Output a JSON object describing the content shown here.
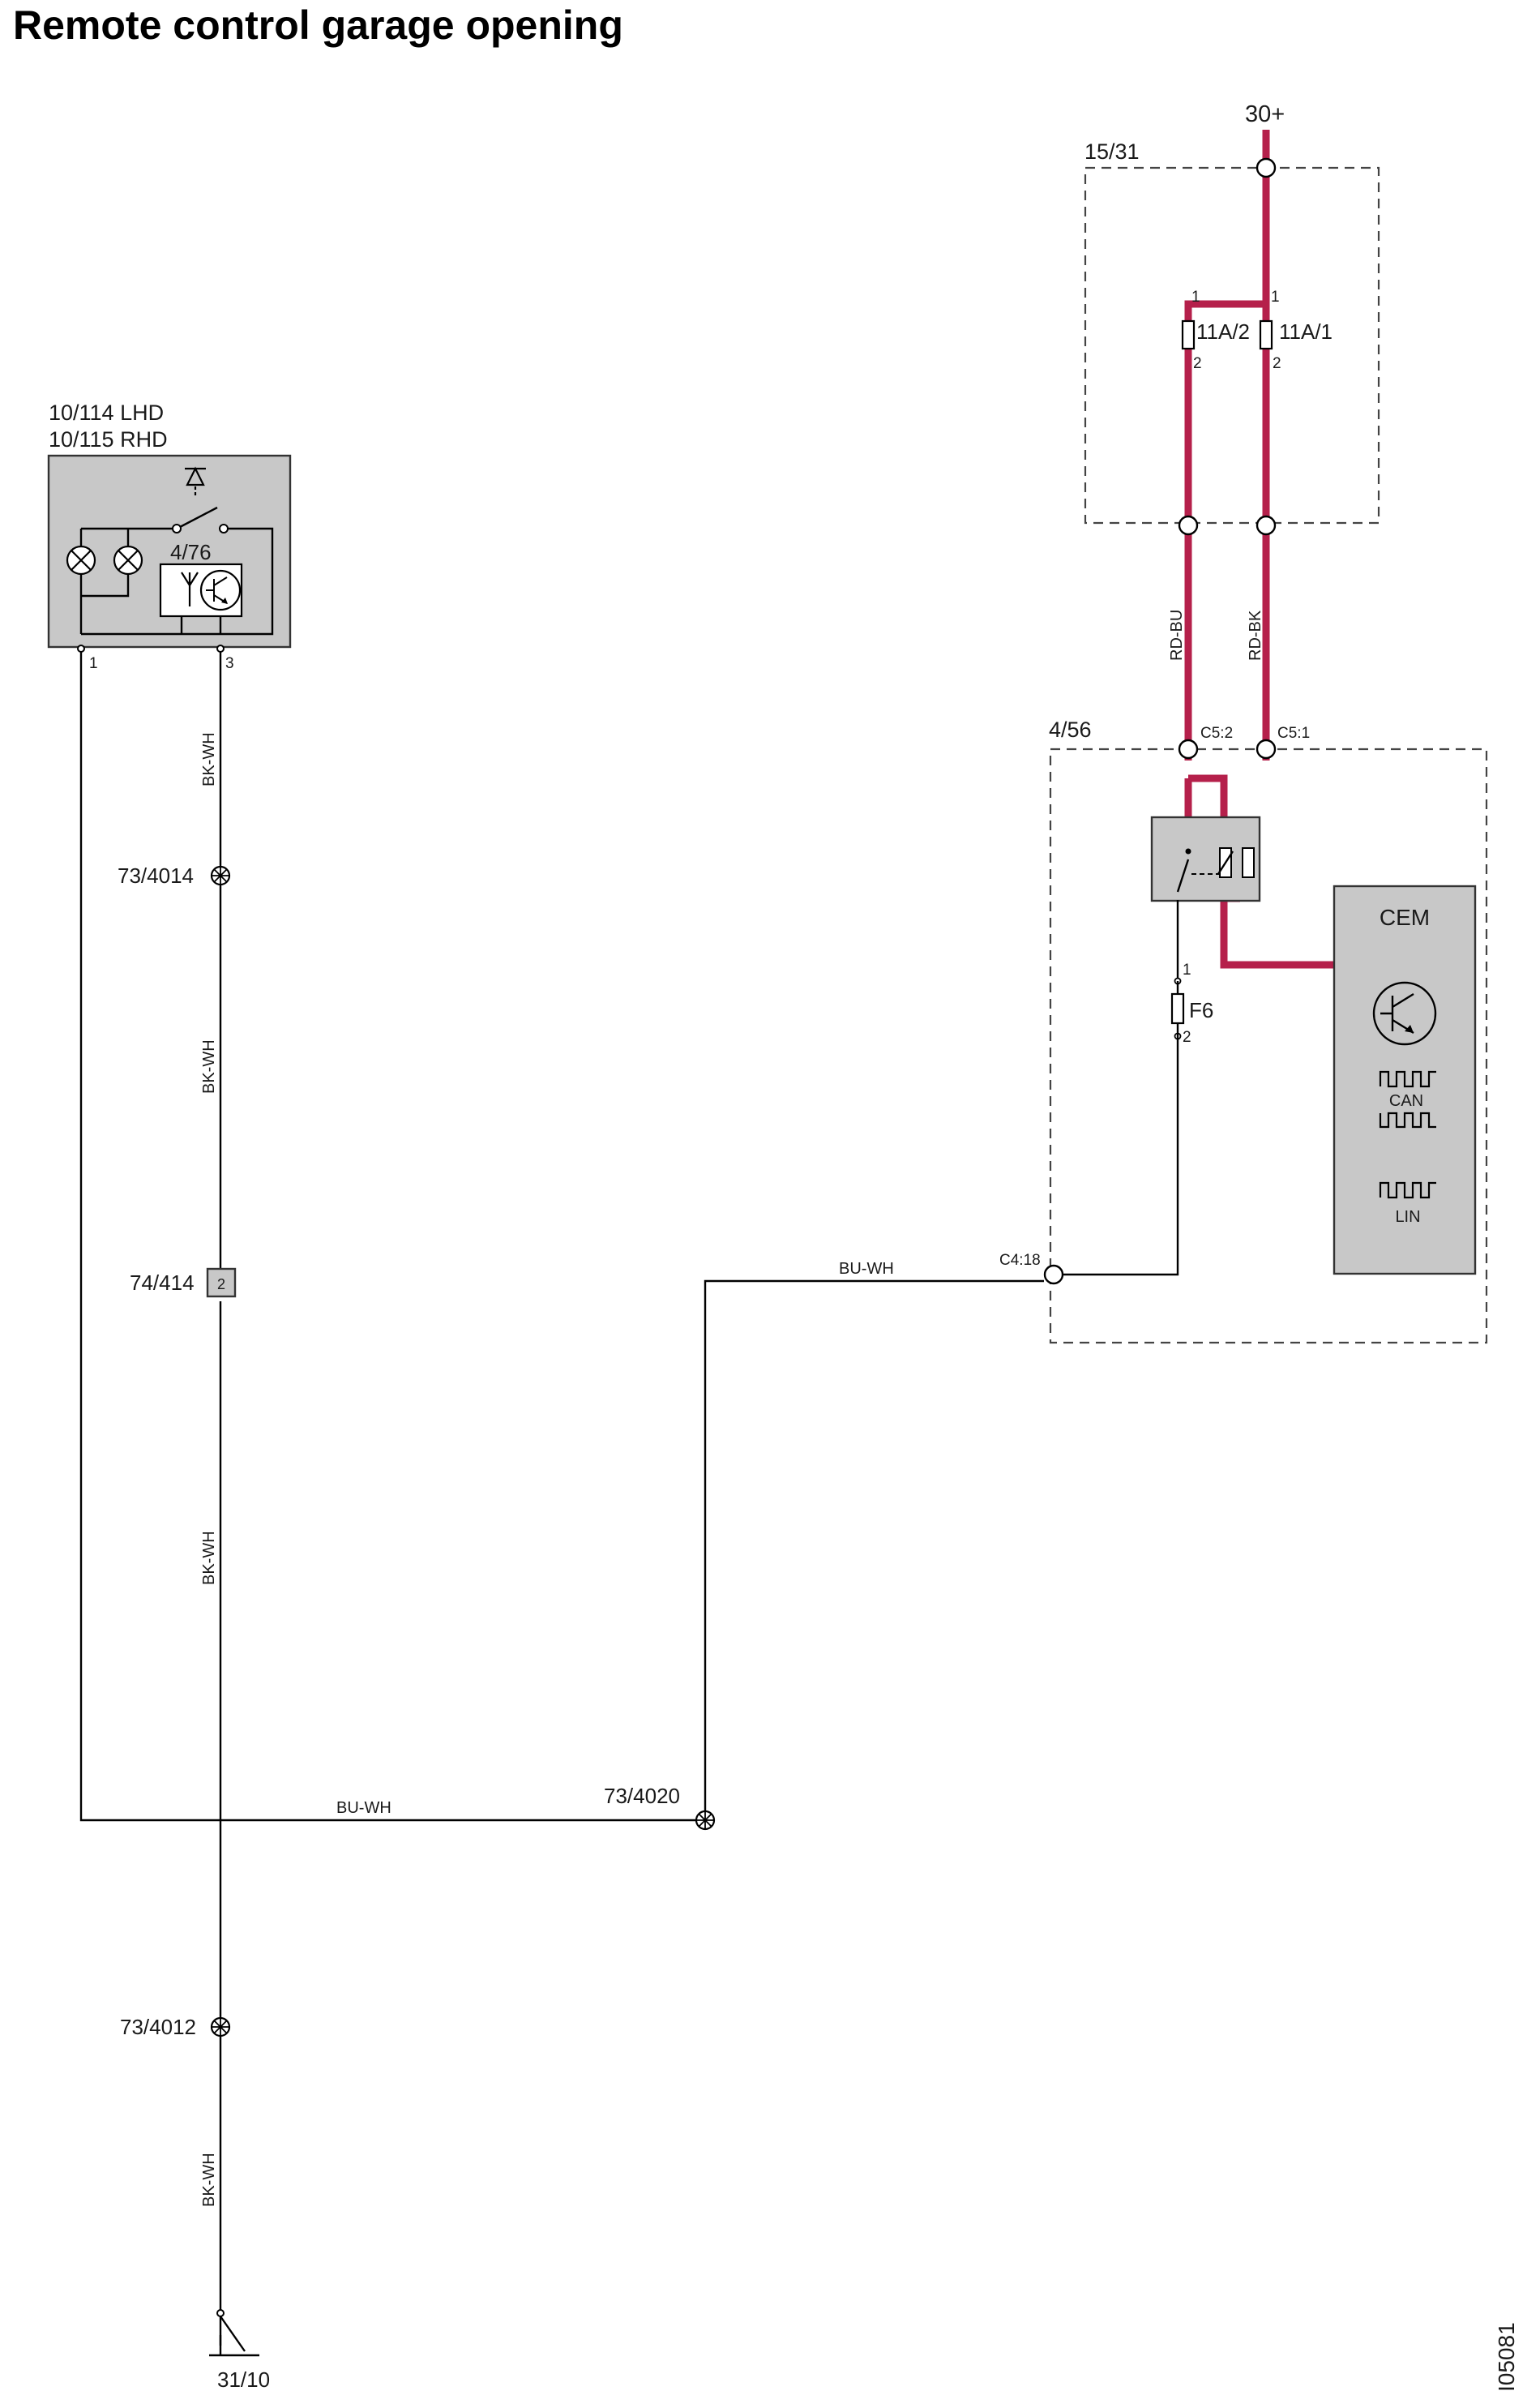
{
  "title": "Remote control garage opening",
  "doc_id": "I05081",
  "colors": {
    "power_wire": "#b5204b",
    "component_fill": "#c8c8c8",
    "signal_wire": "#000000"
  },
  "components": {
    "garage_remote": {
      "label_line1": "10/114 LHD",
      "label_line2": "10/115 RHD",
      "transceiver_label": "4/76",
      "pin_left": "1",
      "pin_right": "3"
    },
    "fuse_box": {
      "label": "15/31",
      "supply": "30+",
      "fuse_a": "11A/2",
      "fuse_b": "11A/1",
      "pin_a_in": "1",
      "pin_a_out": "2",
      "pin_b_in": "1",
      "pin_b_out": "2"
    },
    "cem_module": {
      "label": "4/56",
      "cem": "CEM",
      "can": "CAN",
      "lin": "LIN",
      "fuse": "F6",
      "fuse_pin_in": "1",
      "fuse_pin_out": "2",
      "conn_c52": "C5:2",
      "conn_c51": "C5:1",
      "conn_c418": "C4:18"
    },
    "splice_4014": "73/4014",
    "connector_414": {
      "label": "74/414",
      "pin": "2"
    },
    "splice_4020": "73/4020",
    "splice_4012": "73/4012",
    "ground": "31/10"
  },
  "wires": {
    "rd_bu": "RD-BU",
    "rd_bk": "RD-BK",
    "bk_wh_1": "BK-WH",
    "bk_wh_2": "BK-WH",
    "bk_wh_3": "BK-WH",
    "bk_wh_4": "BK-WH",
    "bu_wh_top": "BU-WH",
    "bu_wh_bottom": "BU-WH"
  }
}
